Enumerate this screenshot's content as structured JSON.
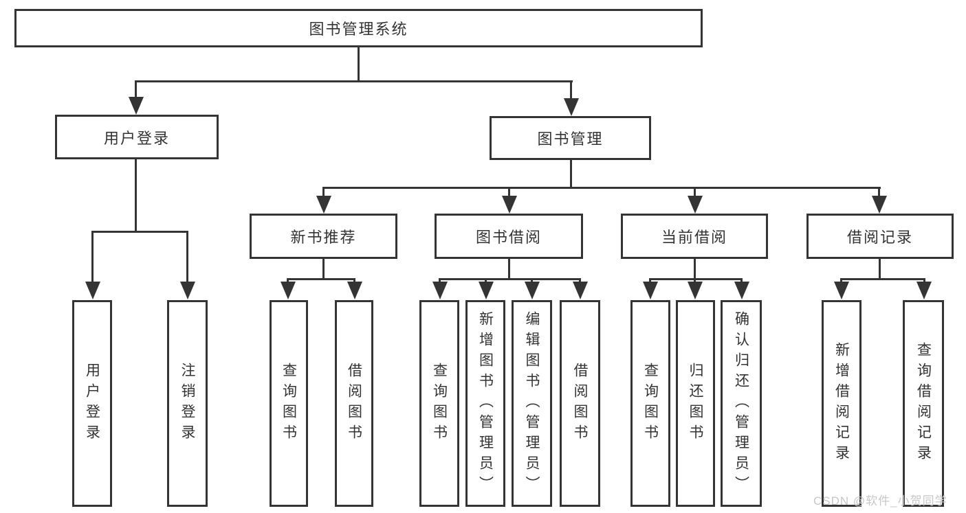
{
  "diagram_title": "图书管理系统",
  "tree": {
    "label": "图书管理系统",
    "children": [
      {
        "label": "用户登录",
        "children": [
          {
            "label": "用户登录"
          },
          {
            "label": "注销登录"
          }
        ]
      },
      {
        "label": "图书管理",
        "children": [
          {
            "label": "新书推荐",
            "children": [
              {
                "label": "查询图书"
              },
              {
                "label": "借阅图书"
              }
            ]
          },
          {
            "label": "图书借阅",
            "children": [
              {
                "label": "查询图书"
              },
              {
                "label": "新增图书（管理员）"
              },
              {
                "label": "编辑图书（管理员）"
              },
              {
                "label": "借阅图书"
              }
            ]
          },
          {
            "label": "当前借阅",
            "children": [
              {
                "label": "查询图书"
              },
              {
                "label": "归还图书"
              },
              {
                "label": "确认归还（管理员）"
              }
            ]
          },
          {
            "label": "借阅记录",
            "children": [
              {
                "label": "新增借阅记录"
              },
              {
                "label": "查询借阅记录"
              }
            ]
          }
        ]
      }
    ]
  },
  "watermark": {
    "text": "CSDN @软件_小贺同学"
  },
  "colors": {
    "line": "#343434",
    "text": "#333333",
    "watermark": "#c7c7c7",
    "background": "#ffffff"
  }
}
